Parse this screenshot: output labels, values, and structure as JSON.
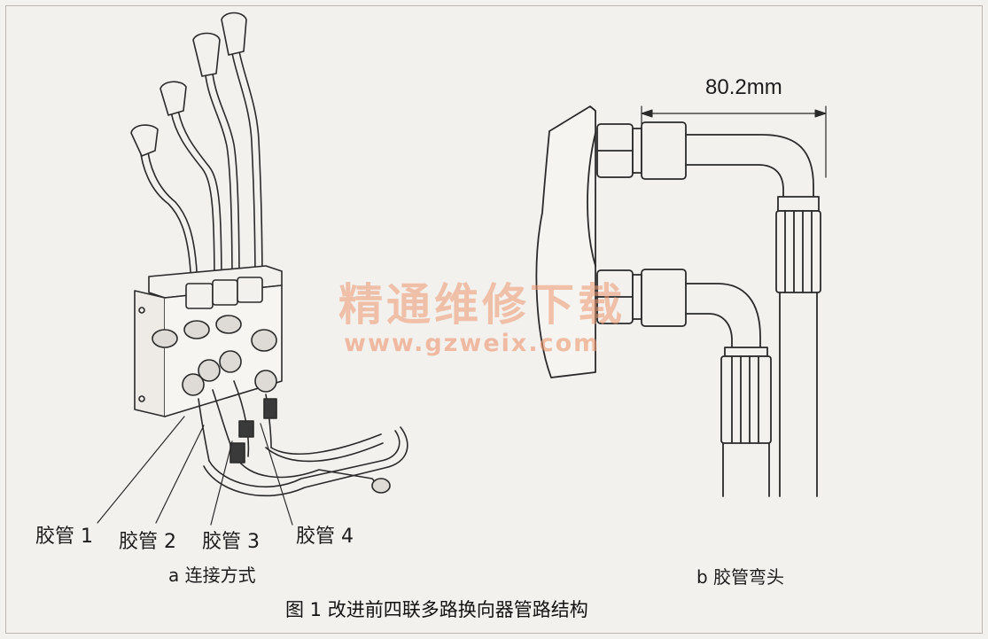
{
  "figure": {
    "part_a": {
      "labels": [
        "胶管 1",
        "胶管 2",
        "胶管 3",
        "胶管 4"
      ],
      "caption": "a  连接方式"
    },
    "part_b": {
      "dimension": "80.2mm",
      "caption": "b  胶管弯头"
    },
    "title": "图 1   改进前四联多路换向器管路结构"
  },
  "watermark": {
    "name": "精通维修下载",
    "url": "www.gzweix.com"
  }
}
